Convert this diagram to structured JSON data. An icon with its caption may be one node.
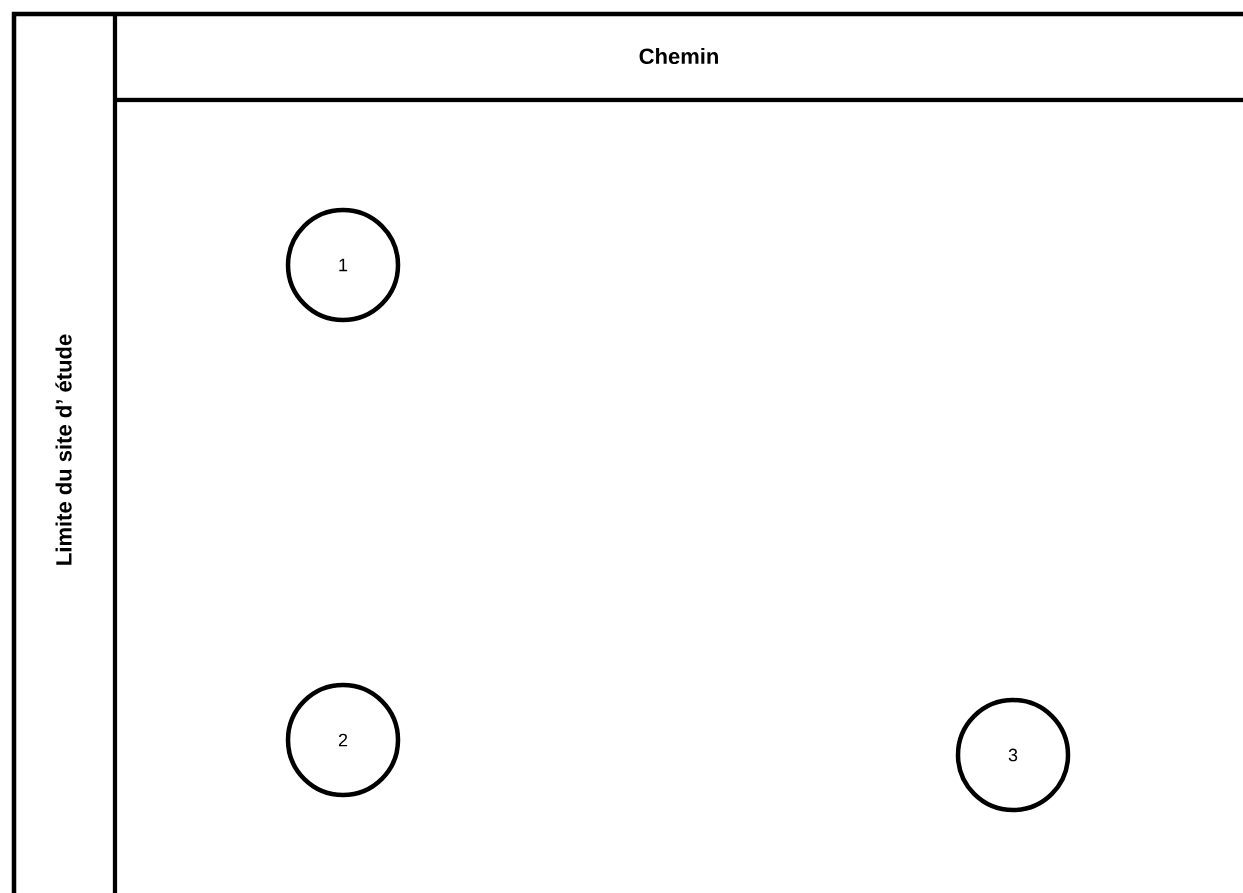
{
  "diagram": {
    "nodes": [
      {
        "text": [
          "Chemin"
        ]
      },
      {
        "text": [
          "Limite du site d’ étude"
        ]
      },
      {
        "text": [
          "1"
        ]
      },
      {
        "text": [
          "2"
        ]
      },
      {
        "text": [
          "3"
        ]
      }
    ]
  }
}
